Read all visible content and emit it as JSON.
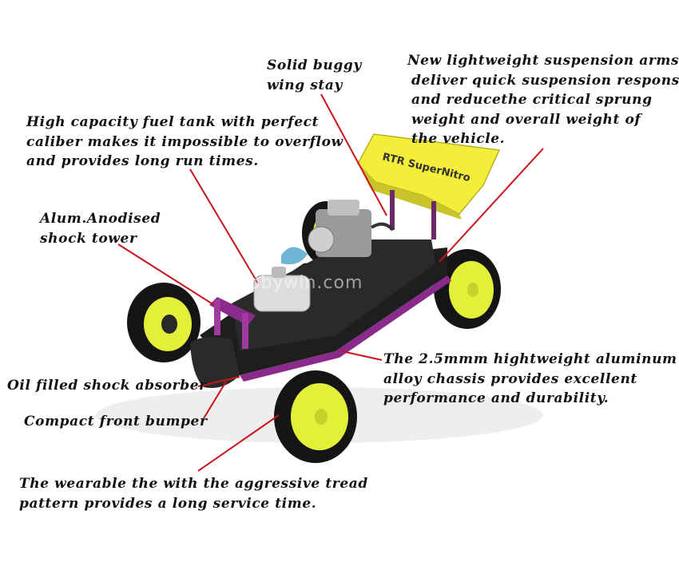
{
  "labels": {
    "wing_stay": [
      "Solid buggy",
      "wing stay"
    ],
    "suspension_arms": [
      "New lightweight suspension arms",
      "deliver quick suspension response",
      "and reducethe critical sprung",
      "weight and overall weight of",
      "the vehicle."
    ],
    "fuel_tank": [
      "High capacity fuel tank with perfect",
      "caliber makes it impossible to overflow",
      "and provides long run times."
    ],
    "shock_tower": [
      "Alum.Anodised",
      "shock tower"
    ],
    "chassis": [
      "The 2.5mmm hightweight aluminum",
      "alloy chassis provides excellent",
      "performance and durability."
    ],
    "shock_absorber": [
      "Oil filled shock absorber"
    ],
    "front_bumper": [
      "Compact front bumper"
    ],
    "tire": [
      "The wearable the with the aggressive tread",
      "pattern provides a long service time."
    ]
  },
  "product": {
    "wing_text": "RTR SuperNitro",
    "watermark": "hobbywin.com"
  },
  "colors": {
    "leader_line": "#c8141a",
    "wheel_rim": "#e3f03a",
    "wing": "#f2ee3a",
    "chassis": "#8a2a8a",
    "tire": "#151515"
  }
}
